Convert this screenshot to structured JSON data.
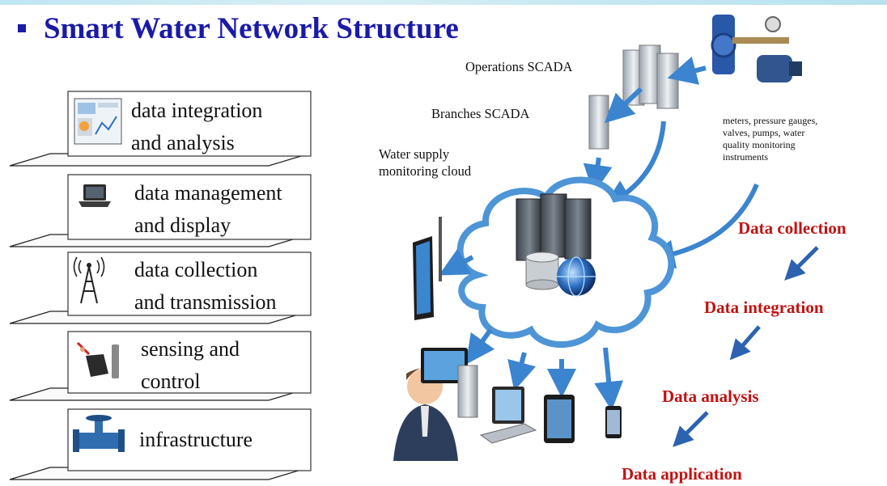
{
  "title": "Smart Water Network Structure",
  "layers": [
    {
      "line1": "data integration",
      "line2": "and analysis",
      "icon": "dashboard-icon"
    },
    {
      "line1": "data management",
      "line2": "and display",
      "icon": "laptop-icon"
    },
    {
      "line1": "data collection",
      "line2": "and transmission",
      "icon": "antenna-tower-icon"
    },
    {
      "line1": "sensing and",
      "line2": "control",
      "icon": "sensor-device-icon"
    },
    {
      "line1": "infrastructure",
      "line2": "",
      "icon": "valve-icon"
    }
  ],
  "network": {
    "operations_scada": "Operations SCADA",
    "branches_scada": "Branches SCADA",
    "cloud_label_1": "Water supply",
    "cloud_label_2": "monitoring cloud",
    "devices_1": "meters, pressure gauges,",
    "devices_2": "valves, pumps, water",
    "devices_3": "quality monitoring",
    "devices_4": "instruments"
  },
  "flow": [
    "Data collection",
    "Data integration",
    "Data analysis",
    "Data application"
  ],
  "colors": {
    "title": "#1a1aa8",
    "flow_text": "#c11212",
    "arrow": "#3b84cf",
    "flow_arrow": "#2c62b0"
  }
}
